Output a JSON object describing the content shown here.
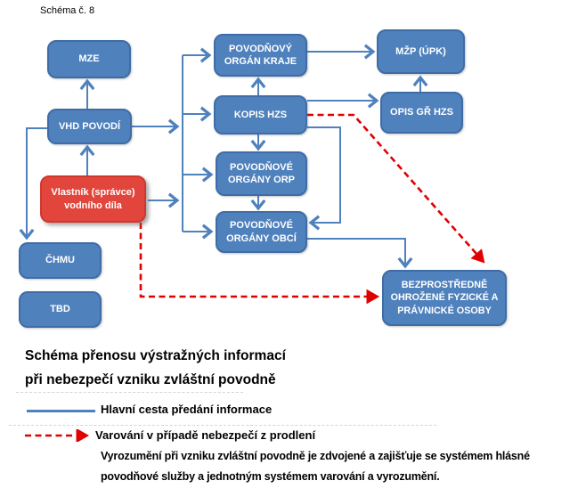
{
  "page": {
    "scheme_number": "Schéma č. 8"
  },
  "diagram": {
    "nodes": {
      "mze": {
        "label": "MZE"
      },
      "vhd": {
        "label": "VHD POVODÍ"
      },
      "vlastnik": {
        "label": "Vlastník (správce) vodního díla"
      },
      "chmu": {
        "label": "ČHMU"
      },
      "tbd": {
        "label": "TBD"
      },
      "kraje": {
        "label": "POVODŇOVÝ ORGÁN KRAJE"
      },
      "kopis": {
        "label": "KOPIS HZS"
      },
      "orp": {
        "label": "POVODŇOVÉ ORGÁNY ORP"
      },
      "obci": {
        "label": "POVODŇOVÉ ORGÁNY OBCÍ"
      },
      "mzp": {
        "label": "MŽP (ÚPK)"
      },
      "opis": {
        "label": "OPIS GŘ HZS"
      },
      "ohrozene": {
        "label": "BEZPROSTŘEDNĚ OHROŽENÉ FYZICKÉ A PRÁVNICKÉ OSOBY"
      }
    },
    "colors": {
      "node_fill": "#4f81bd",
      "node_border": "#3f6ca6",
      "alert_fill": "#e2453c",
      "line_blue": "#4f81bd",
      "line_red": "#e00000"
    }
  },
  "caption": {
    "line1": "Schéma přenosu výstražných informací",
    "line2": "při nebezpečí vzniku zvláštní povodně"
  },
  "legend": {
    "solid_label": "Hlavní cesta předání informace",
    "dashed_label": "Varování v případě nebezpečí z prodlení"
  },
  "note": {
    "line1": "Vyrozumění při vzniku zvláštní povodně je zdvojené a zajišťuje se systémem hlásné",
    "line2": "povodňové služby a jednotným systémem varování a vyrozumění."
  }
}
